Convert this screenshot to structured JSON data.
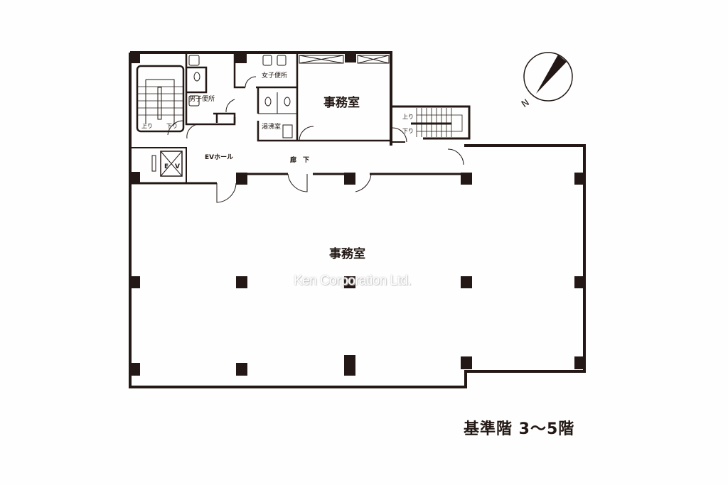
{
  "floorplan": {
    "title": "基準階 3～5階",
    "watermark": "Ken Corporation Ltd.",
    "rooms": {
      "main_office": "事務室",
      "upper_office": "事務室",
      "ev_hall": "EVホール",
      "corridor": "廊　下",
      "mens_restroom": "男子便所",
      "womens_restroom": "女子便所",
      "kitchenette": "湯沸室",
      "elevator_e": "E",
      "elevator_v": "V"
    },
    "stairs_left": {
      "up": "上り",
      "down": "下り"
    },
    "stairs_right": {
      "up": "上り",
      "down": "下り"
    },
    "compass": {
      "label": "N",
      "icon": "north-arrow-icon"
    },
    "colors": {
      "wall": "#231815",
      "background": "#fdfefd"
    }
  }
}
